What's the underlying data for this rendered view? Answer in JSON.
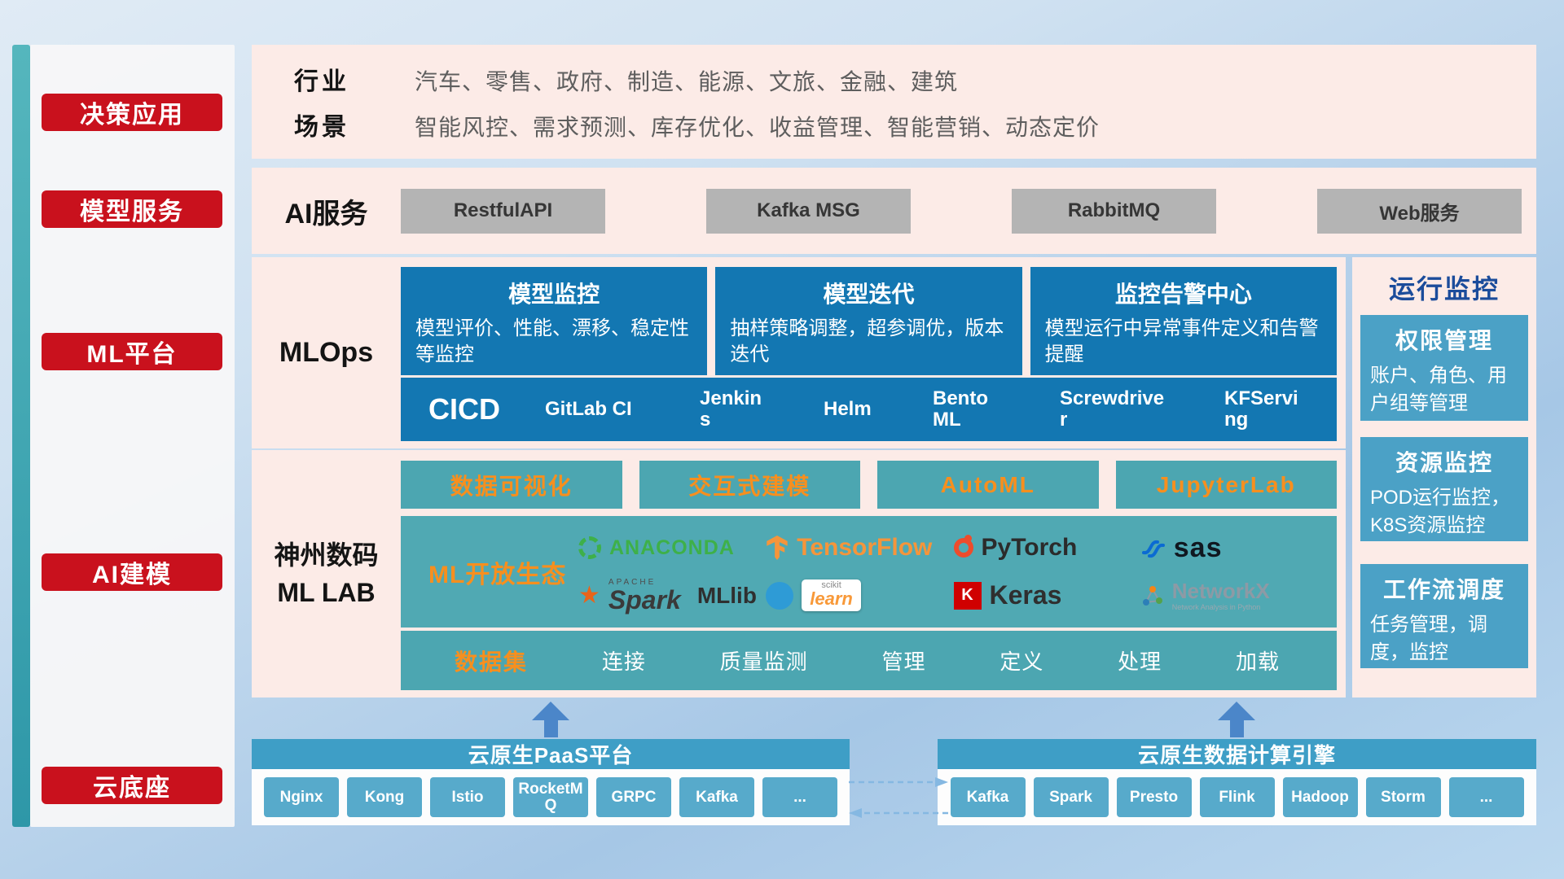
{
  "colors": {
    "sidebar_red": "#c9111d",
    "band_pink": "#fcebe7",
    "box_blue": "#1377b2",
    "box_teal": "#4ca6b1",
    "panel_blue": "#4ba1c6",
    "bar_blue": "#3e9ec6",
    "accent_orange": "#f78f1e"
  },
  "sidebar": {
    "items": [
      {
        "label": "决策应用"
      },
      {
        "label": "模型服务"
      },
      {
        "label": "ML平台"
      },
      {
        "label": "AI建模"
      },
      {
        "label": "云底座"
      }
    ]
  },
  "industry": {
    "rows": [
      {
        "label": "行业",
        "value": "汽车、零售、政府、制造、能源、文旅、金融、建筑"
      },
      {
        "label": "场景",
        "value": "智能风控、需求预测、库存优化、收益管理、智能营销、动态定价"
      }
    ]
  },
  "ai_service": {
    "label": "AI服务",
    "buttons": [
      "RestfulAPI",
      "Kafka MSG",
      "RabbitMQ",
      "Web服务"
    ]
  },
  "mlops": {
    "label": "MLOps",
    "cards": [
      {
        "title": "模型监控",
        "desc": "模型评价、性能、漂移、稳定性等监控"
      },
      {
        "title": "模型迭代",
        "desc": "抽样策略调整，超参调优，版本迭代"
      },
      {
        "title": "监控告警中心",
        "desc": "模型运行中异常事件定义和告警提醒"
      }
    ],
    "cicd_title": "CICD",
    "cicd_items": [
      "GitLab CI",
      "Jenkins",
      "Helm",
      "BentoML",
      "Screwdriver",
      "KFServing"
    ]
  },
  "mllab": {
    "label_line1": "神州数码",
    "label_line2": "ML LAB",
    "tools": [
      "数据可视化",
      "交互式建模",
      "AutoML",
      "JupyterLab"
    ],
    "ecosystem_title": "ML开放生态",
    "logos": {
      "anaconda": "ANACONDA",
      "tensorflow": "TensorFlow",
      "pytorch": "PyTorch",
      "sas": "sas",
      "spark_apache": "APACHE",
      "spark": "Spark",
      "mllib": "MLlib",
      "scikit": "scikit",
      "learn": "learn",
      "keras_k": "K",
      "keras": "Keras",
      "networkx": "NetworkX",
      "networkx_sub": "Network Analysis in Python"
    },
    "dataset_title": "数据集",
    "dataset_items": [
      "连接",
      "质量监测",
      "管理",
      "定义",
      "处理",
      "加载"
    ]
  },
  "monitor": {
    "title": "运行监控",
    "cards": [
      {
        "title": "权限管理",
        "desc": "账户、角色、用户组等管理"
      },
      {
        "title": "资源监控",
        "desc": "POD运行监控，K8S资源监控"
      },
      {
        "title": "工作流调度",
        "desc": "任务管理，调度，监控"
      }
    ]
  },
  "foundation": {
    "paas_title": "云原生PaaS平台",
    "paas_items": [
      "Nginx",
      "Kong",
      "Istio",
      "RocketMQ",
      "GRPC",
      "Kafka",
      "..."
    ],
    "engine_title": "云原生数据计算引擎",
    "engine_items": [
      "Kafka",
      "Spark",
      "Presto",
      "Flink",
      "Hadoop",
      "Storm",
      "..."
    ]
  }
}
